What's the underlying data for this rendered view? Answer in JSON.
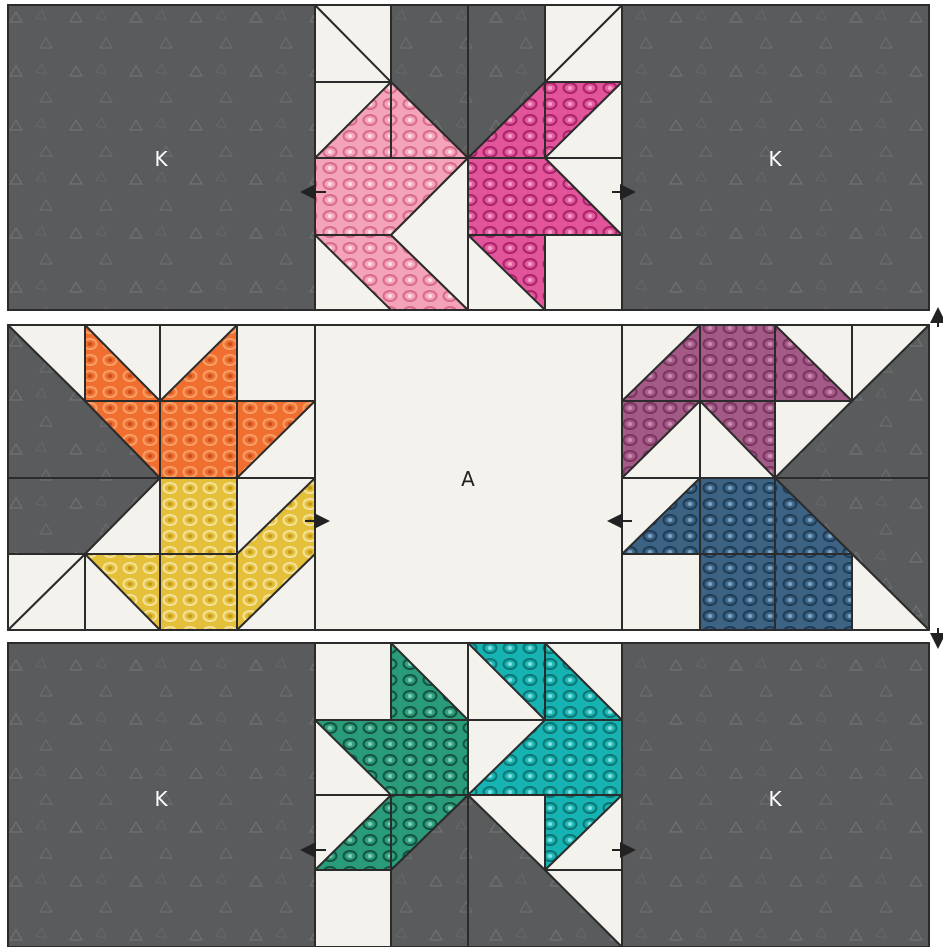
{
  "labels": {
    "corner_top_left": "K",
    "corner_top_right": "K",
    "center": "A",
    "corner_bottom_left": "K",
    "corner_bottom_right": "K"
  },
  "colors": {
    "charcoal_background": "#5a5b5d",
    "cream_background": "#f3f2ed",
    "outline": "#2b2b2b",
    "pink": "#f4a3b8",
    "magenta": "#e2559a",
    "orange": "#f06e30",
    "gold": "#e4bf3a",
    "plum": "#a45a86",
    "denim_blue": "#3d6384",
    "green": "#2a9c7c",
    "teal": "#16b3b2",
    "label_text": "#ffffff",
    "center_label_text": "#222222"
  },
  "icons": [
    "pressing-arrow-left",
    "pressing-arrow-right",
    "pressing-arrow-up",
    "pressing-arrow-down"
  ],
  "pattern_description_names": [
    "charcoal-triangle-print",
    "oval-dot-print"
  ]
}
